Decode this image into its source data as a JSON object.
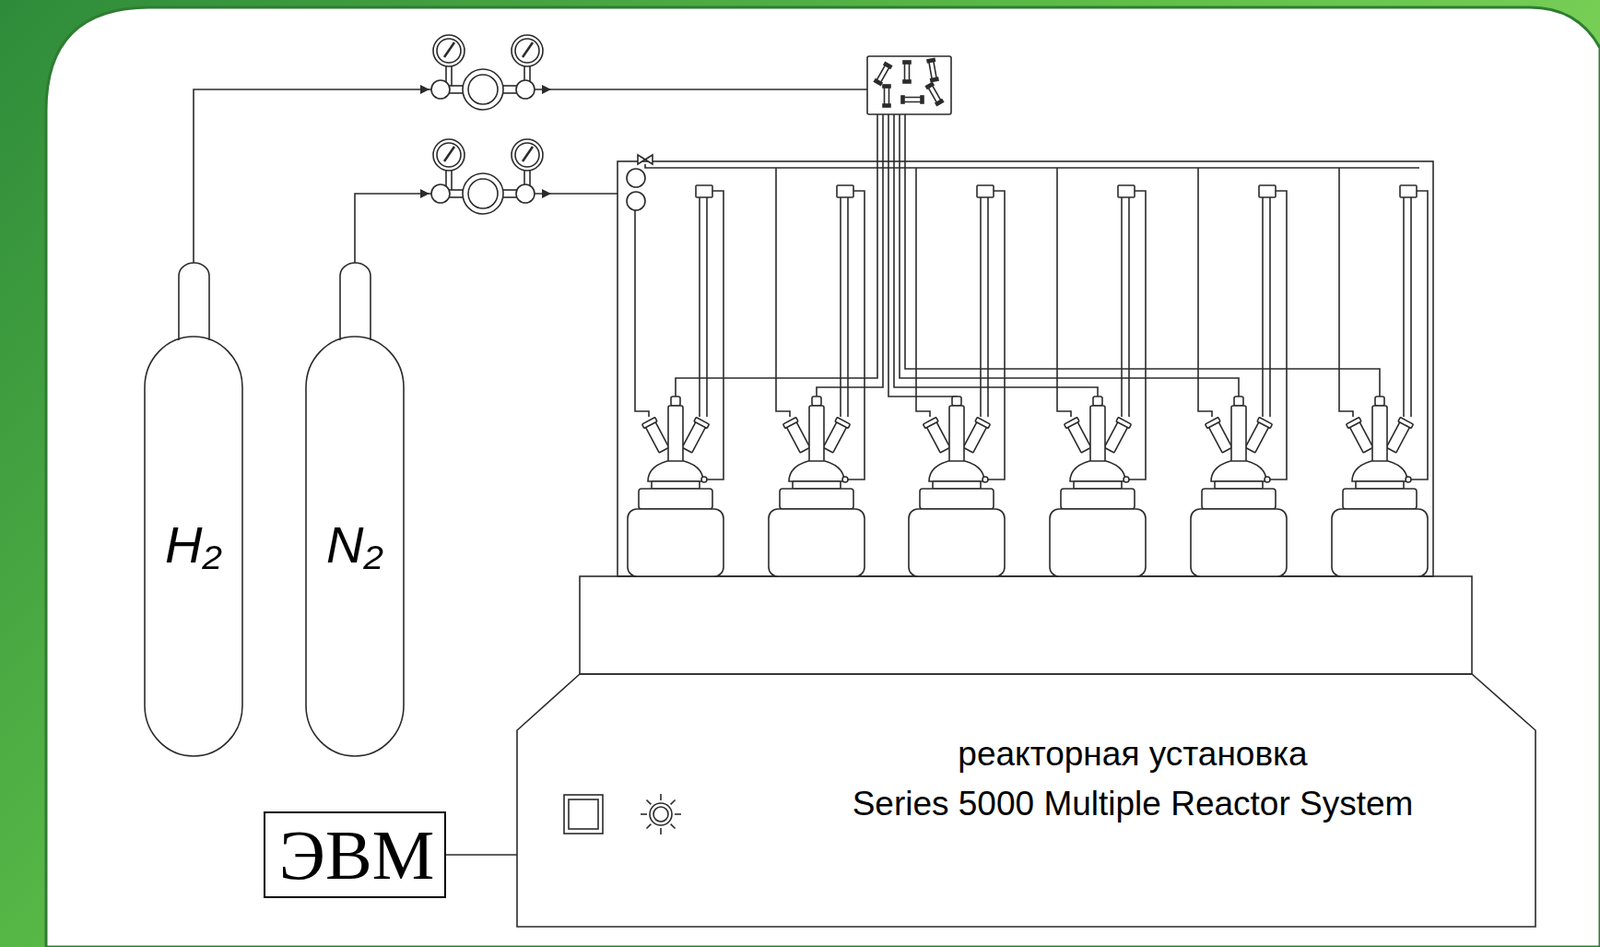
{
  "diagram": {
    "nodes": [
      {
        "text": [
          "H₂"
        ]
      },
      {
        "text": [
          "N₂"
        ]
      },
      {
        "text": [
          "реакторная установка",
          "Series 5000 Multiple Reactor System"
        ]
      },
      {
        "text": [
          "ЭВМ"
        ]
      }
    ],
    "edges": [
      {
        "from": 3,
        "to": 2,
        "arrow": "none"
      }
    ]
  }
}
